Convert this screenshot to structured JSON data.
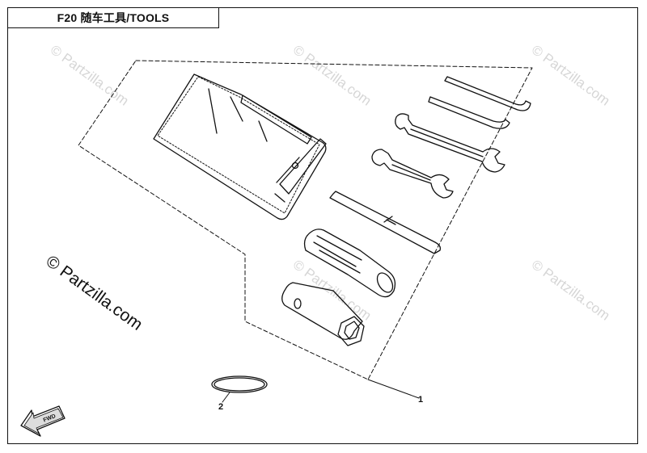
{
  "title": "F20 随车工具/TOOLS",
  "watermark": "© Partzilla.com",
  "callouts": [
    {
      "label": "1",
      "part": "tool-kit"
    },
    {
      "label": "2",
      "part": "ring"
    }
  ],
  "fwd_label": "FWD",
  "colors": {
    "line": "#111111",
    "watermark": "#d6d6d6"
  }
}
